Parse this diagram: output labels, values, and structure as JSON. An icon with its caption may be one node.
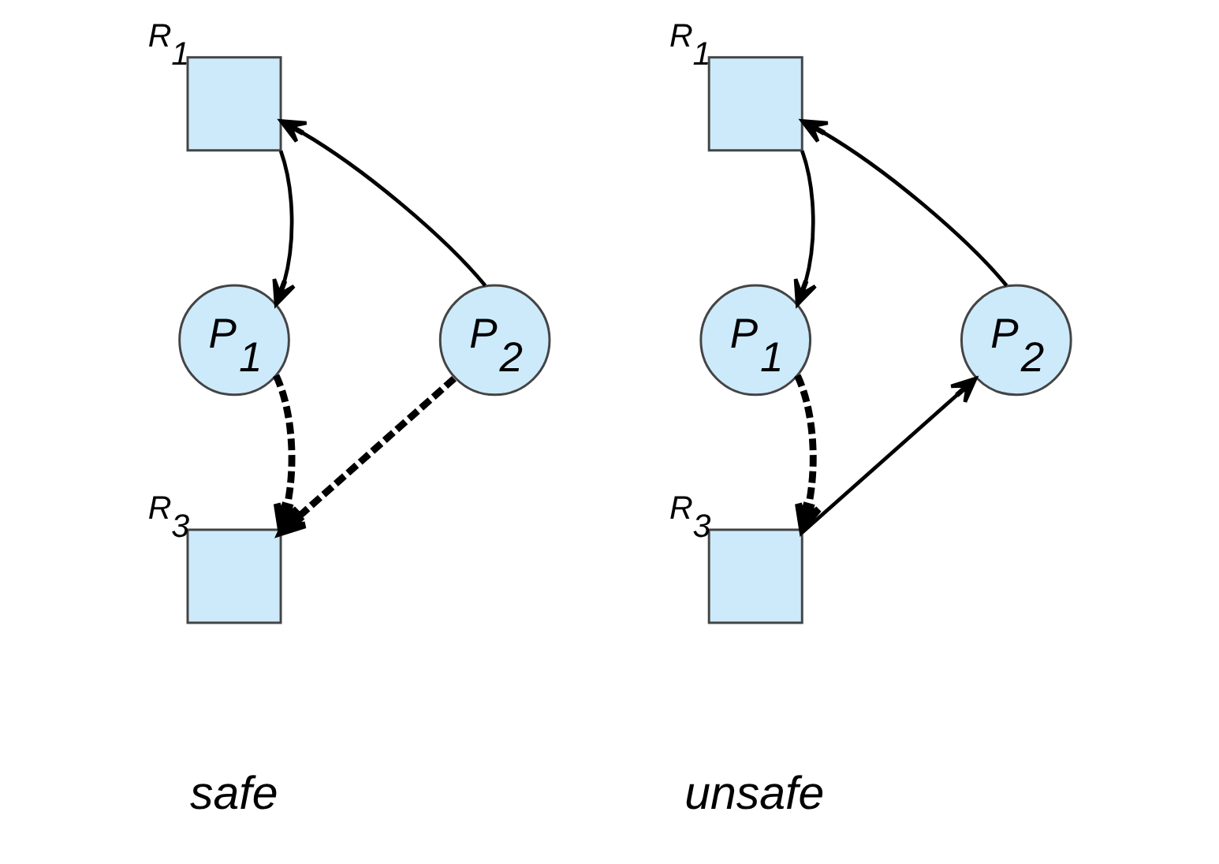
{
  "diagram": {
    "nodes": [
      {
        "text": [
          "R$_{1}$"
        ]
      },
      {
        "text": [
          "P$_{1}$"
        ]
      },
      {
        "text": [
          "P$_{2}$"
        ]
      },
      {
        "text": [
          "R$_{3}$"
        ]
      },
      {
        "text": [
          "R$_{1}$"
        ]
      },
      {
        "text": [
          "P$_{1}$"
        ]
      },
      {
        "text": [
          "P$_{2}$"
        ]
      },
      {
        "text": [
          "R$_{3}$"
        ]
      }
    ],
    "edges": [
      {
        "from": 0,
        "to": 1,
        "arrow": "to"
      },
      {
        "from": 2,
        "to": 0,
        "arrow": "to"
      },
      {
        "from": 1,
        "to": 3,
        "arrow": "to",
        "style": "dashed"
      },
      {
        "from": 2,
        "to": 3,
        "arrow": "to",
        "style": "dashed"
      },
      {
        "from": 4,
        "to": 5,
        "arrow": "to"
      },
      {
        "from": 6,
        "to": 4,
        "arrow": "to"
      },
      {
        "from": 5,
        "to": 7,
        "arrow": "to",
        "style": "dashed"
      },
      {
        "from": 7,
        "to": 6,
        "arrow": "to"
      }
    ],
    "labels": [
      "safe",
      "unsafe"
    ]
  }
}
